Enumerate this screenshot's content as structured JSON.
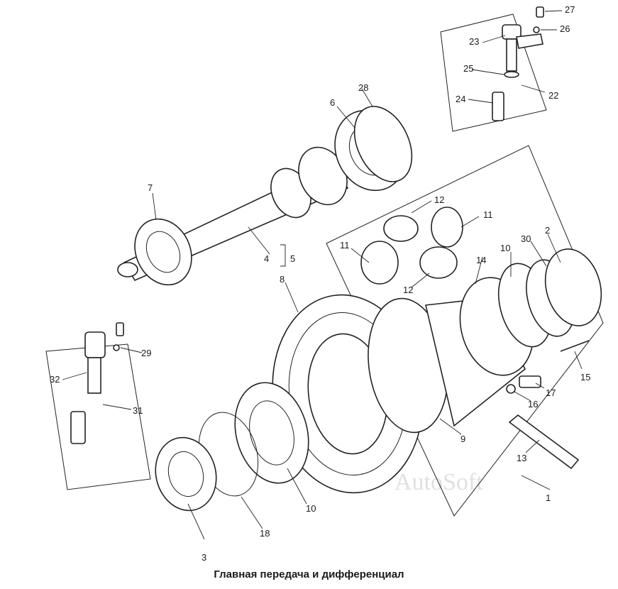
{
  "caption": "Главная передача и дифференциал",
  "watermark": "AutoSoft",
  "callouts": [
    "1",
    "2",
    "3",
    "4",
    "5",
    "6",
    "7",
    "8",
    "9",
    "10",
    "10",
    "11",
    "11",
    "12",
    "12",
    "13",
    "14",
    "15",
    "16",
    "17",
    "18",
    "22",
    "23",
    "24",
    "25",
    "26",
    "27",
    "28",
    "29",
    "30",
    "31",
    "32"
  ],
  "colors": {
    "line": "#222222",
    "background": "#ffffff",
    "watermark": "#c8c8c8"
  }
}
